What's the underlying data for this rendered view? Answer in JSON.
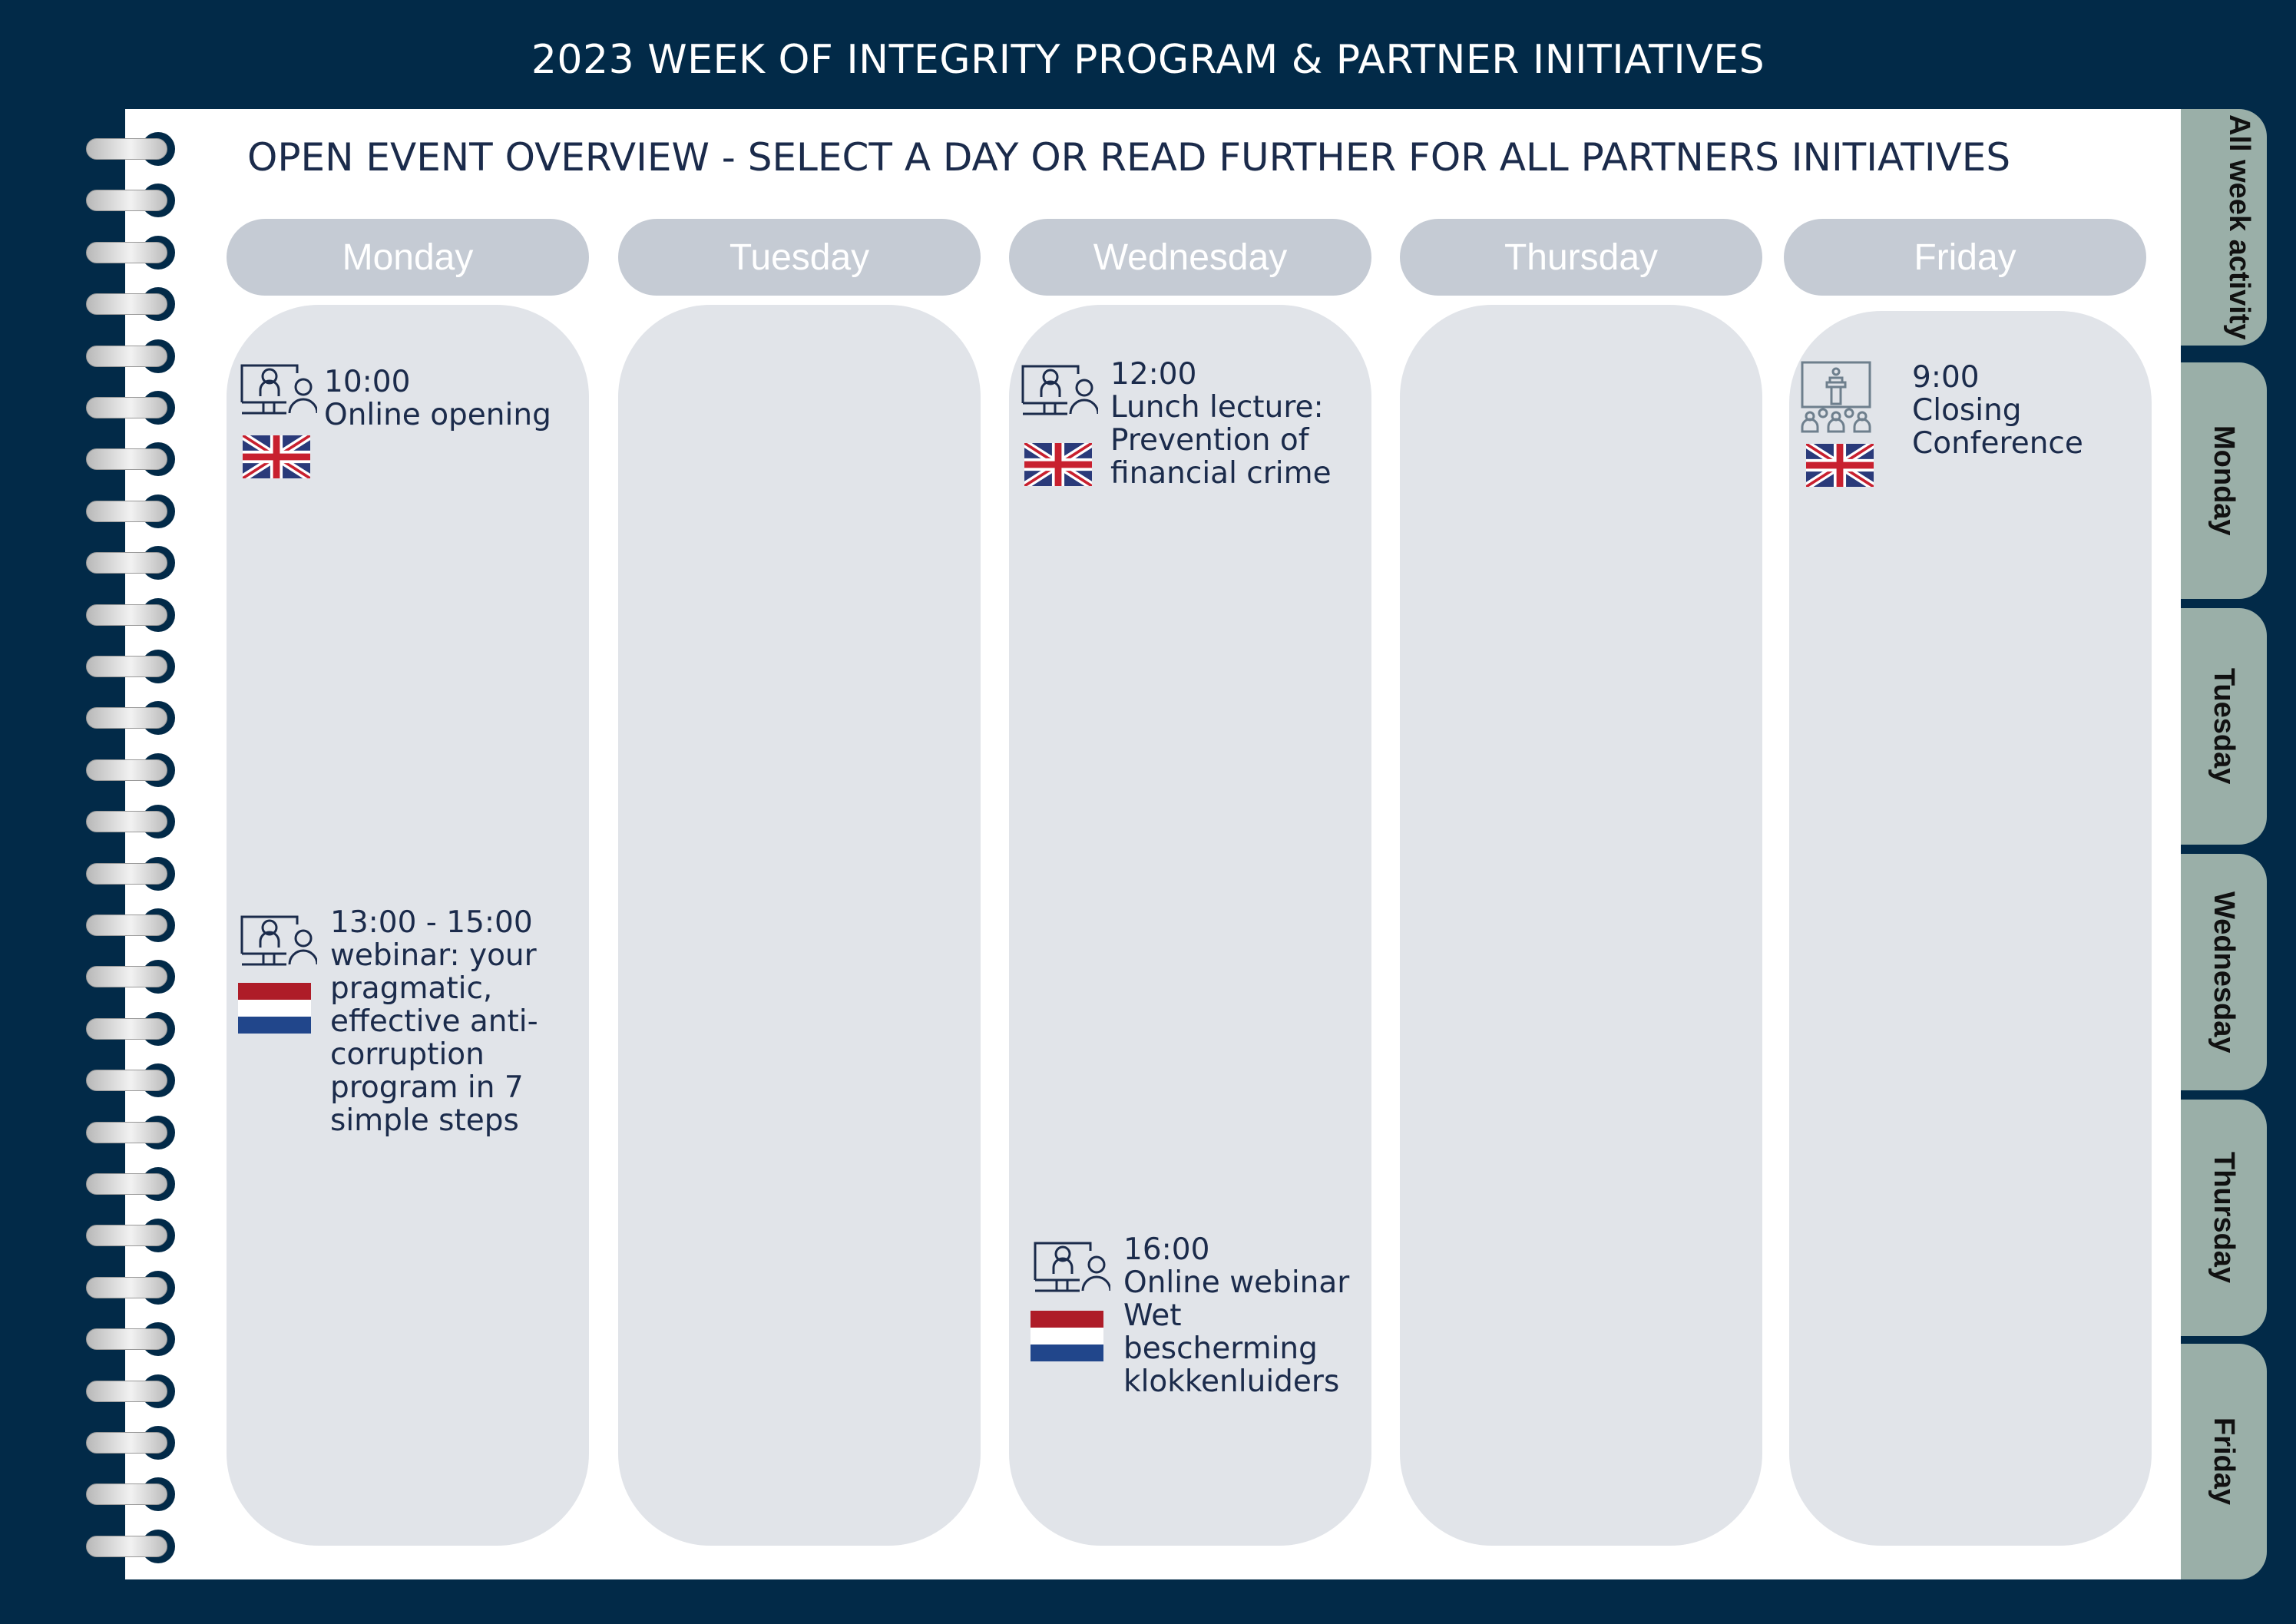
{
  "header": {
    "title": "2023 WEEK OF INTEGRITY PROGRAM & PARTNER INITIATIVES"
  },
  "page": {
    "subtitle": "OPEN EVENT OVERVIEW - SELECT A DAY OR READ FURTHER FOR ALL PARTNERS INITIATIVES"
  },
  "days": [
    "Monday",
    "Tuesday",
    "Wednesday",
    "Thursday",
    "Friday"
  ],
  "tabs": [
    "All week activity",
    "Monday",
    "Tuesday",
    "Wednesday",
    "Thursday",
    "Friday"
  ],
  "events": [
    {
      "day": "Monday",
      "time": "10:00",
      "title": "Online opening",
      "icon": "online-meeting-icon",
      "language": "uk-flag-icon"
    },
    {
      "day": "Monday",
      "time": "13:00 - 15:00",
      "title": "webinar: your pragmatic, effective anti-corruption program in 7 simple steps",
      "icon": "online-meeting-icon",
      "language": "nl-flag-icon"
    },
    {
      "day": "Wednesday",
      "time": "12:00",
      "title": "Lunch lecture: Prevention of financial crime",
      "icon": "online-meeting-icon",
      "language": "uk-flag-icon"
    },
    {
      "day": "Wednesday",
      "time": "16:00",
      "title": "Online webinar Wet bescherming klokkenluiders",
      "icon": "online-meeting-icon",
      "language": "nl-flag-icon"
    },
    {
      "day": "Friday",
      "time": "9:00",
      "title": "Closing Conference",
      "icon": "conference-icon",
      "language": "uk-flag-icon"
    }
  ],
  "colors": {
    "background": "#022a48",
    "text": "#1b2b4b",
    "pill": "#c5cbd4",
    "column": "#e1e4e9",
    "tab": "#9aafa8"
  }
}
